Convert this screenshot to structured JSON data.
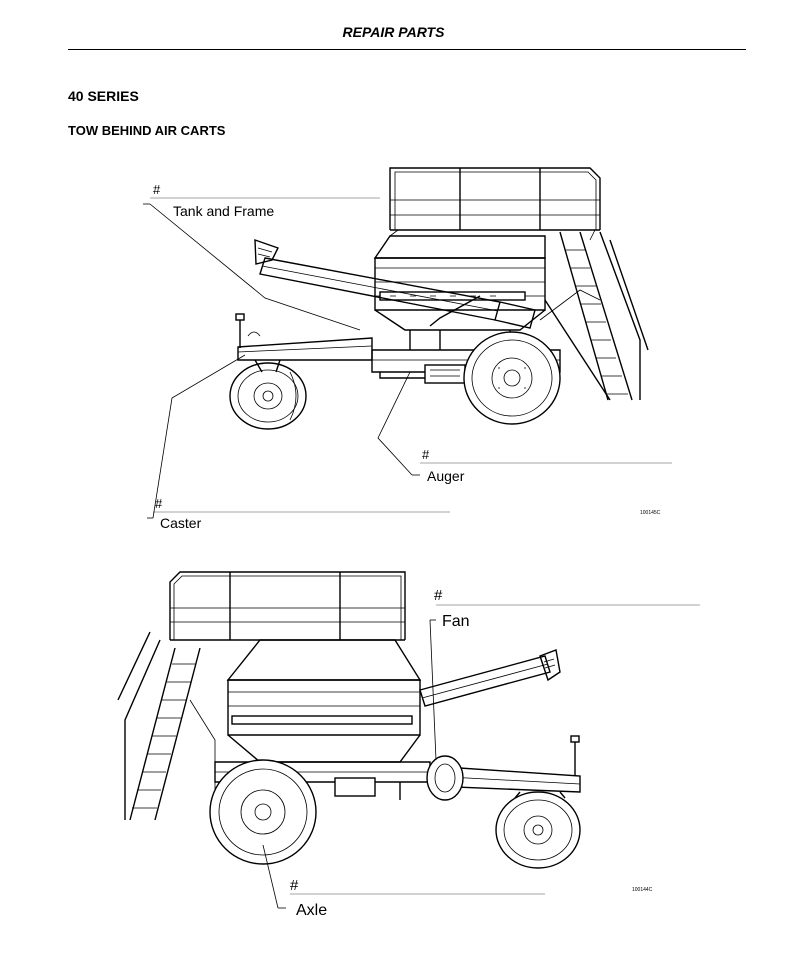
{
  "header": {
    "title": "REPAIR PARTS"
  },
  "section": {
    "title": "40 SERIES",
    "subtitle": "TOW BEHIND AIR CARTS"
  },
  "figure_top": {
    "callouts": {
      "tank": {
        "number": "#",
        "label": "Tank and Frame"
      },
      "auger": {
        "number": "#",
        "label": "Auger"
      },
      "caster": {
        "number": "#",
        "label": "Caster"
      }
    },
    "code": "100145C"
  },
  "figure_bottom": {
    "callouts": {
      "fan": {
        "number": "#",
        "label": "Fan"
      },
      "axle": {
        "number": "#",
        "label": "Axle"
      }
    },
    "code": "100144C"
  }
}
